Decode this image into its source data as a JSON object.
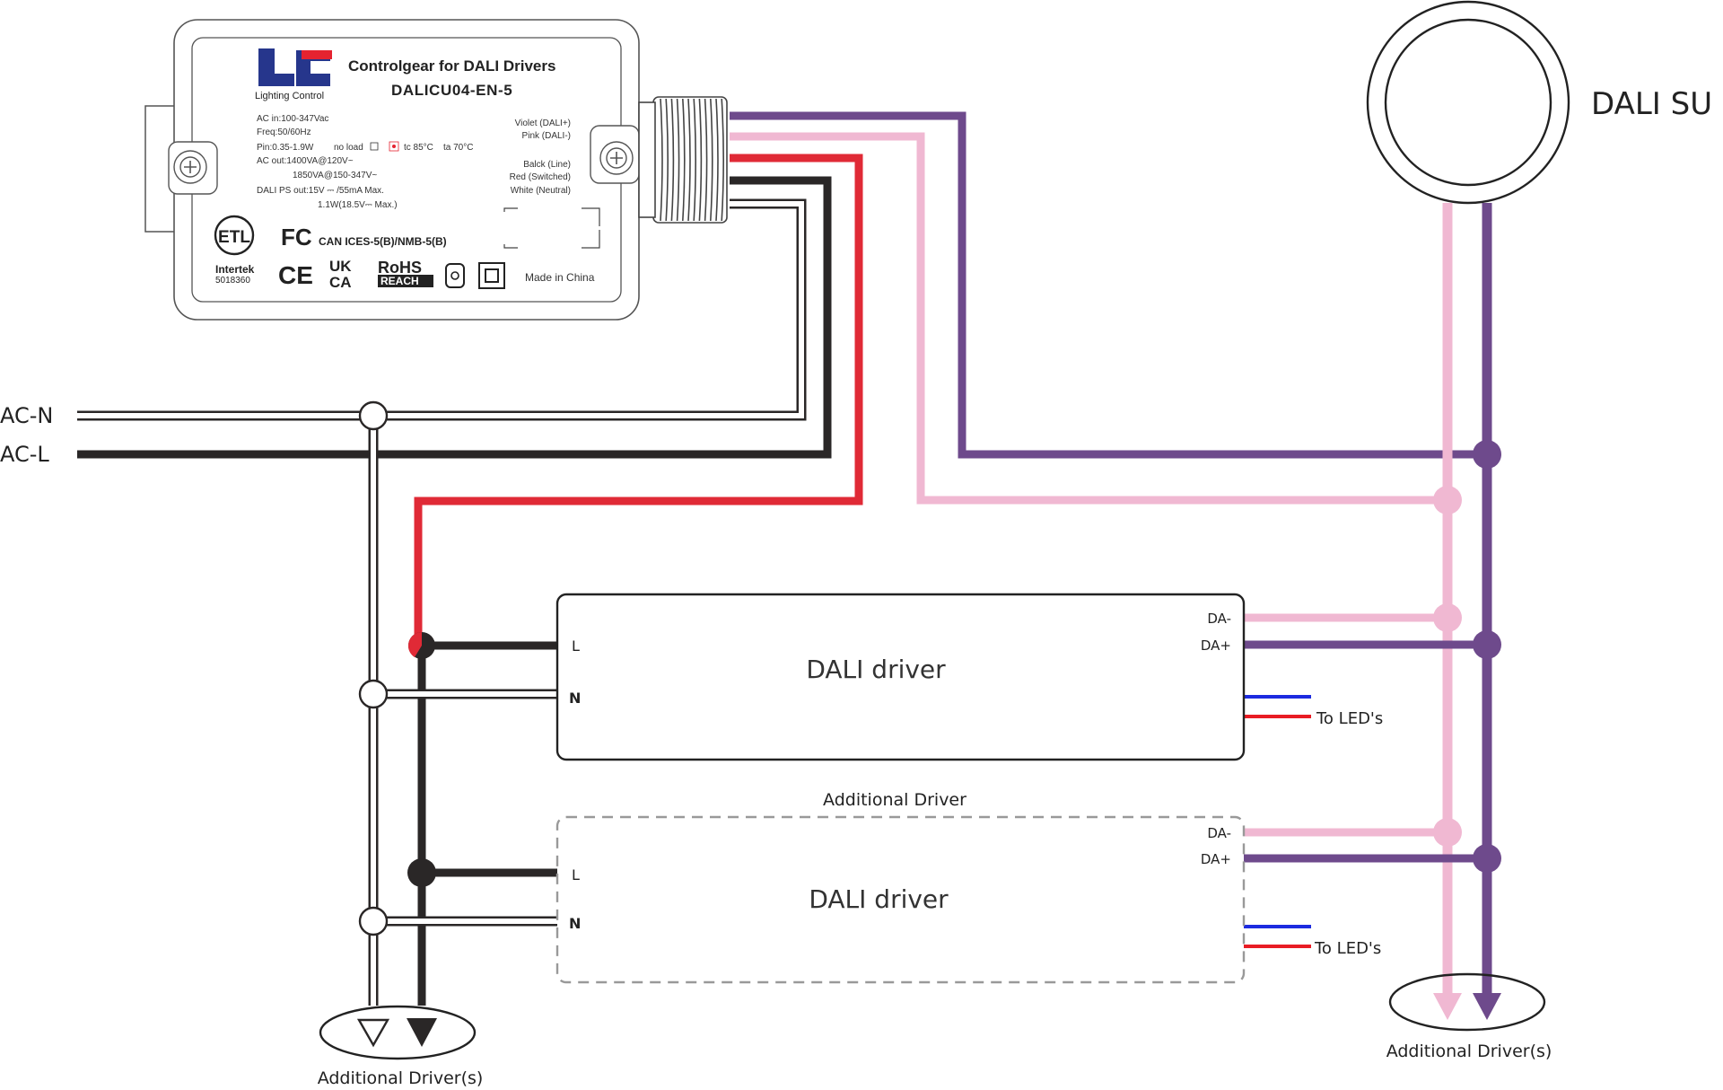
{
  "device": {
    "title": "Controlgear for DALI Drivers",
    "model": "DALICU04-EN-5",
    "logo_text": "Lighting Control",
    "specs": [
      "AC in:100-347Vac",
      "Freq:50/60Hz",
      "Pin:0.35-1.9W",
      "AC out:1400VA@120V~",
      "1850VA@150-347V~",
      "DALI PS out:15V ⎓ /55mA Max.",
      "1.1W(18.5V⎓ Max.)"
    ],
    "spec_noload": "no load",
    "spec_tc": "tc 85°C",
    "spec_ta": "ta 70°C",
    "wire_labels": [
      "Violet (DALI+)",
      "Pink (DALI-)",
      "Balck (Line)",
      "Red (Switched)",
      "White (Neutral)"
    ],
    "cert_etl": "ETL",
    "cert_intertek": "Intertek",
    "cert_intertek_num": "5018360",
    "cert_fcc": "FC",
    "cert_can": "CAN ICES-5(B)/NMB-5(B)",
    "cert_ce": "CE",
    "cert_ukca_1": "UK",
    "cert_ukca_2": "CA",
    "cert_rohs": "RoHS",
    "cert_reach": "REACH",
    "made_in": "Made in China"
  },
  "mains": {
    "neutral_label": "AC-N",
    "line_label": "AC-L"
  },
  "sensor": {
    "label": "DALI SU"
  },
  "drivers": [
    {
      "name": "DALI driver",
      "input_l": "L",
      "input_n": "N",
      "da_minus": "DA-",
      "da_plus": "DA+",
      "led_label": "To LED's"
    },
    {
      "caption": "Additional Driver",
      "name": "DALI driver",
      "input_l": "L",
      "input_n": "N",
      "da_minus": "DA-",
      "da_plus": "DA+",
      "led_label": "To LED's"
    }
  ],
  "continuations": {
    "mains": "Additional Driver(s)",
    "dali": "Additional Driver(s)"
  },
  "colors": {
    "violet": "#6e4a8c",
    "pink": "#f0b8d2",
    "red": "#e02a36",
    "black": "#2a2727",
    "neutral_outline": "#2a2727",
    "logo_blue": "#26368c",
    "logo_red": "#e52330",
    "led_blue": "#1c2be0",
    "led_red": "#e81c24"
  }
}
